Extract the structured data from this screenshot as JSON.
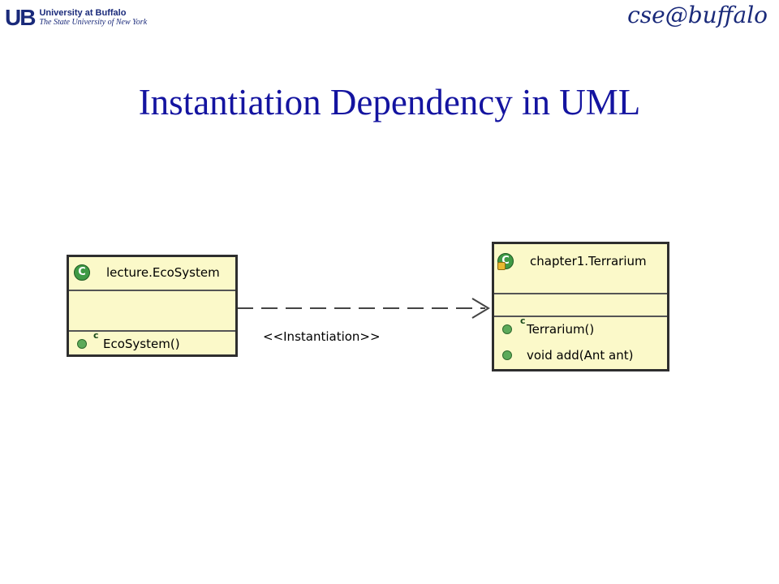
{
  "header": {
    "ub_mark": "UB",
    "ub_name": "University at Buffalo",
    "ub_subtitle": "The State University of New York",
    "cse_logo": "cse@buffalo"
  },
  "slide": {
    "title": "Instantiation Dependency in UML"
  },
  "diagram": {
    "source_class": {
      "name": "lecture.EcoSystem",
      "icon_letter": "C",
      "constructor_marker": "c",
      "methods": [
        "EcoSystem()"
      ]
    },
    "target_class": {
      "name": "chapter1.Terrarium",
      "icon_letter": "C",
      "constructor_marker": "c",
      "methods": [
        "Terrarium()",
        "void add(Ant ant)"
      ]
    },
    "dependency": {
      "stereotype": "<<Instantiation>>",
      "style": "dashed arrow"
    }
  },
  "colors": {
    "title": "#1414a0",
    "logo": "#1a2a7a",
    "class_fill": "#fbf9c9",
    "class_icon": "#3f9a45"
  }
}
